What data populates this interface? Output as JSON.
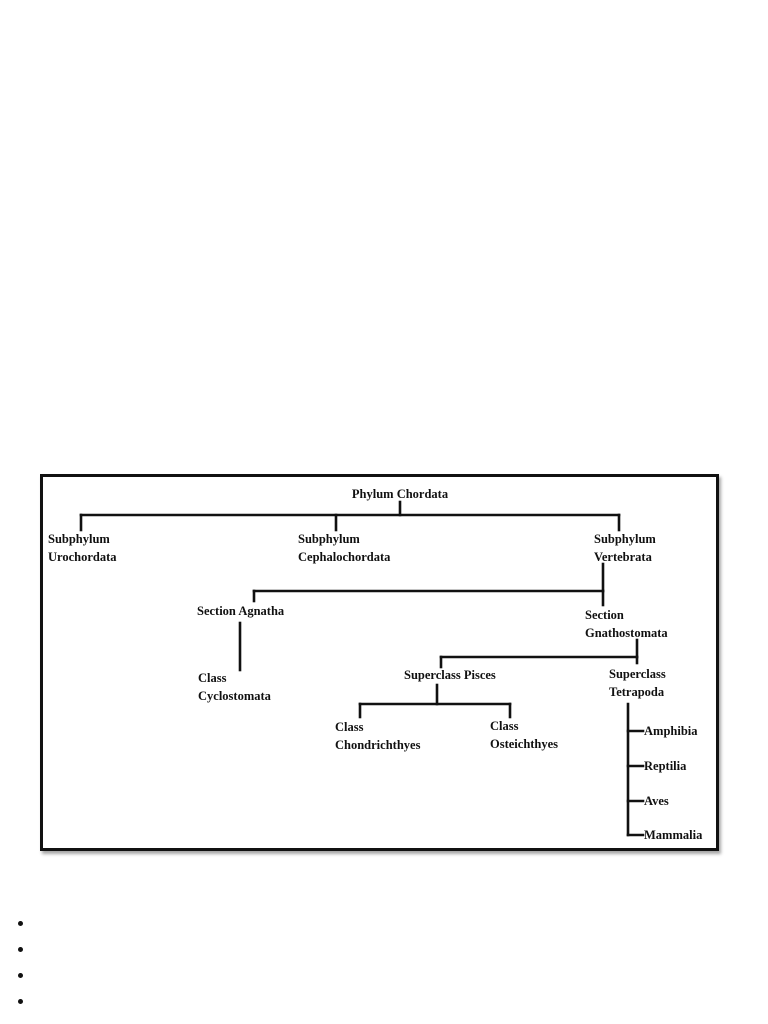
{
  "diagram": {
    "root": "Phylum Chordata",
    "subphyla": {
      "urochordata": [
        "Subphylum",
        "Urochordata"
      ],
      "cephalochordata": [
        "Subphylum",
        "Cephalochordata"
      ],
      "vertebrata": [
        "Subphylum",
        "Vertebrata"
      ]
    },
    "sections": {
      "agnatha": [
        "Section Agnatha"
      ],
      "gnathostomata": [
        "Section",
        "Gnathostomata"
      ]
    },
    "classes": {
      "cyclostomata": [
        "Class",
        "Cyclostomata"
      ],
      "chondrichthyes": [
        "Class",
        "Chondrichthyes"
      ],
      "osteichthyes": [
        "Class",
        "Osteichthyes"
      ]
    },
    "superclasses": {
      "pisces": [
        "Superclass Pisces"
      ],
      "tetrapoda": [
        "Superclass",
        "Tetrapoda"
      ]
    },
    "tetrapoda_classes": [
      "Amphibia",
      "Reptilia",
      "Aves",
      "Mammalia"
    ]
  },
  "bullet_list": {
    "items": [
      "",
      "",
      "",
      ""
    ]
  }
}
